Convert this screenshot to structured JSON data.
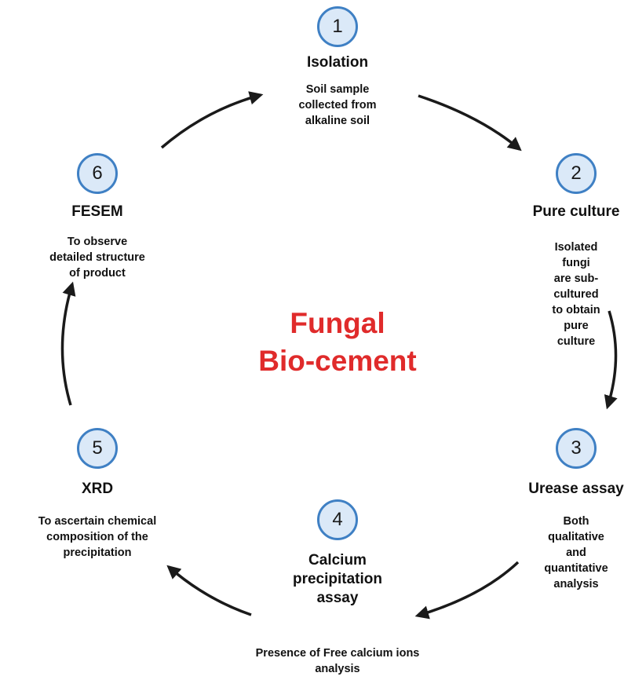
{
  "diagram": {
    "center": {
      "line1": "Fungal",
      "line2": "Bio-cement"
    },
    "steps": [
      {
        "number": "1",
        "title": "Isolation",
        "description": "Soil sample\ncollected from\nalkaline soil"
      },
      {
        "number": "2",
        "title": "Pure culture",
        "description": "Isolated fungi\nare sub-cultured\nto obtain pure\nculture"
      },
      {
        "number": "3",
        "title": "Urease assay",
        "description": "Both qualitative\nand quantitative\nanalysis"
      },
      {
        "number": "4",
        "title": "Calcium\nprecipitation\nassay",
        "description": "Presence of Free calcium ions\nanalysis"
      },
      {
        "number": "5",
        "title": "XRD",
        "description": "To ascertain chemical\ncomposition of the\nprecipitation"
      },
      {
        "number": "6",
        "title": "FESEM",
        "description": "To observe\ndetailed structure\nof product"
      }
    ],
    "colors": {
      "center_text": "#e02b2b",
      "badge_fill": "#dbe9f8",
      "badge_stroke": "#3f80c4",
      "arrow": "#1a1a1a"
    }
  }
}
